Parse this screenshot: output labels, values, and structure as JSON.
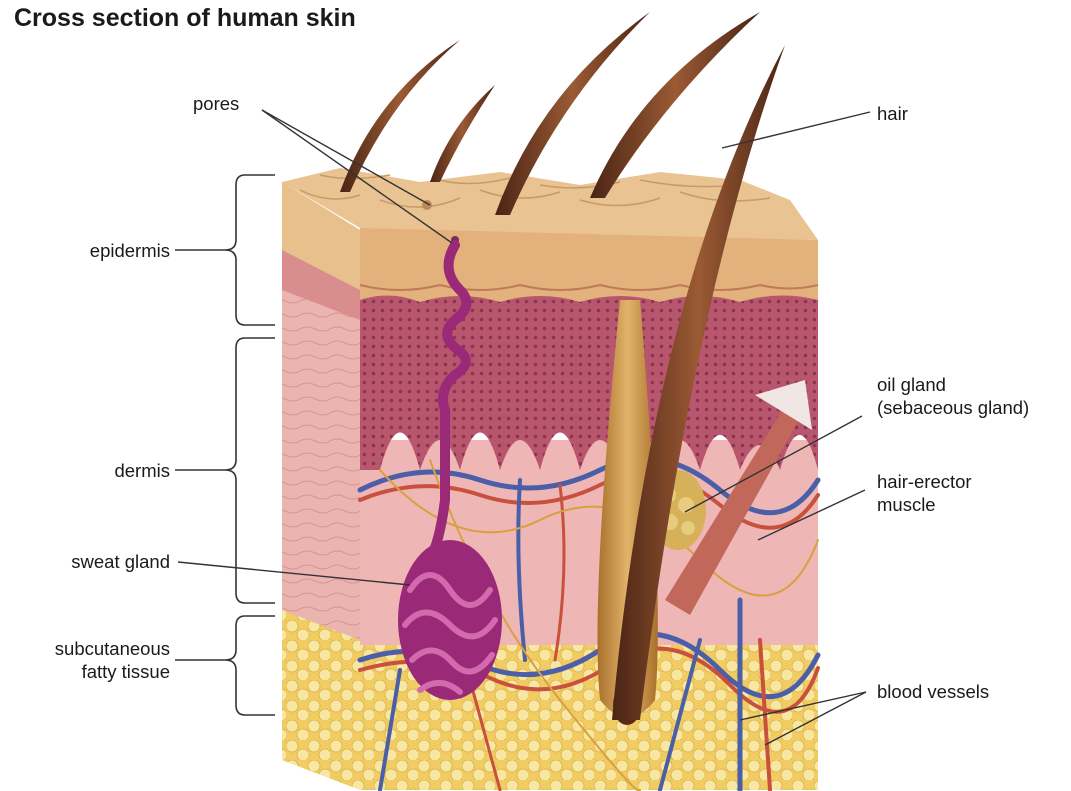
{
  "title": "Cross section of human skin",
  "labels": {
    "pores": "pores",
    "hair": "hair",
    "epidermis": "epidermis",
    "dermis": "dermis",
    "sweat_gland": "sweat gland",
    "subcutaneous_line1": "subcutaneous",
    "subcutaneous_line2": "fatty tissue",
    "oil_gland_line1": "oil gland",
    "oil_gland_line2": "(sebaceous gland)",
    "hair_erector_line1": "hair-erector",
    "hair_erector_line2": "muscle",
    "blood_vessels": "blood vessels"
  },
  "colors": {
    "epidermis_top": "#e8c08a",
    "epidermis_layer": "#d9a77a",
    "dermis_pink": "#e9a8a8",
    "dermis_dark": "#b8566e",
    "fat": "#f3d77a",
    "fat_cell": "#f7e6a0",
    "sweat_gland": "#9a2a78",
    "hair": "#6b3a24",
    "vein": "#4a5fa8",
    "artery": "#c8503c",
    "nerve": "#d8a040",
    "muscle": "#c2685a",
    "oil_gland": "#d7b05a",
    "leader_line": "#333333"
  }
}
